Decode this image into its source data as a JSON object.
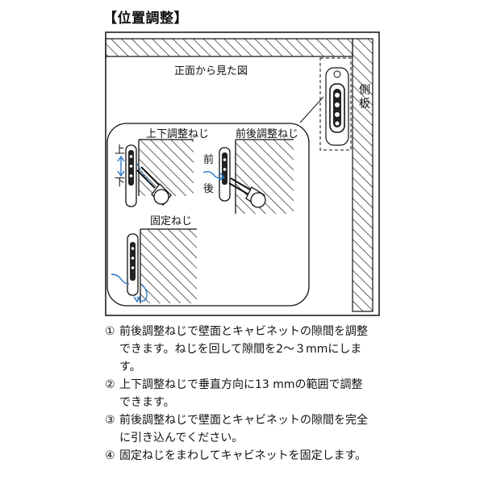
{
  "title": "【位置調整】",
  "labels": {
    "front_view": "正面から見た図",
    "side_panel": "側板",
    "updown_screw": "上下調整ねじ",
    "frontback_screw": "前後調整ねじ",
    "fixing_screw": "固定ねじ",
    "up": "上",
    "down": "下",
    "front": "前",
    "back": "後"
  },
  "steps": [
    {
      "num": "①",
      "text": "前後調整ねじで壁面とキャビネットの隙間を調整できます。ねじを回して隙間を2～３mmにします。"
    },
    {
      "num": "②",
      "text": "上下調整ねじで垂直方向に13 mmの範囲で調整できます。"
    },
    {
      "num": "③",
      "text": "前後調整ねじで壁面とキャビネットの隙間を完全に引き込んでください。"
    },
    {
      "num": "④",
      "text": "固定ねじをまわしてキャビネットを固定します。"
    }
  ]
}
